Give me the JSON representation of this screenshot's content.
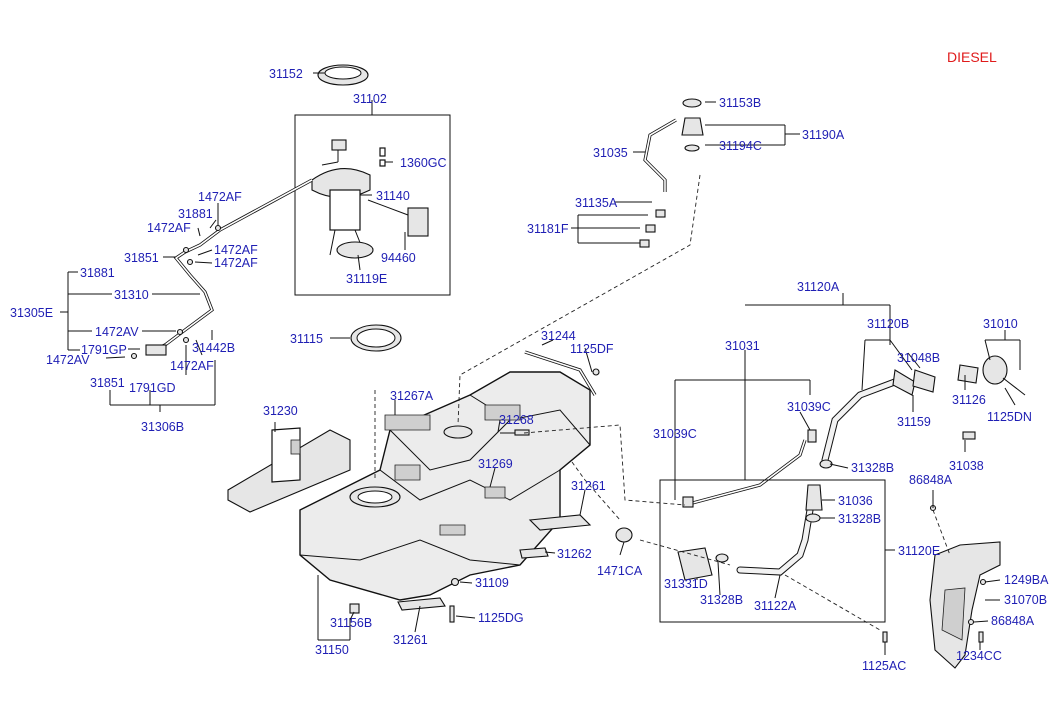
{
  "title": "DIESEL",
  "labels": [
    "31152",
    "31102",
    "31153B",
    "31190A",
    "31035",
    "31194C",
    "1360GC",
    "31140",
    "1472AF",
    "31881",
    "1472AF",
    "1472AF",
    "31851",
    "1472AF",
    "94460",
    "31119E",
    "31135A",
    "31181F",
    "31120A",
    "31881",
    "31305E",
    "31310",
    "1472AV",
    "31442B",
    "31115",
    "31244",
    "1125DF",
    "31010",
    "31120B",
    "31031",
    "31048B",
    "1791GP",
    "1472AV",
    "1472AF",
    "31851",
    "1791GD",
    "31267A",
    "31126",
    "1125DN",
    "31039C",
    "31268",
    "31159",
    "31306B",
    "31230",
    "31039C",
    "31269",
    "31328B",
    "31038",
    "31261",
    "86848A",
    "31036",
    "31328B",
    "31262",
    "1471CA",
    "31120E",
    "31109",
    "31331D",
    "31328B",
    "31122A",
    "1249BA",
    "31070B",
    "31156B",
    "1125DG",
    "31261",
    "86848A",
    "31150",
    "1234CC",
    "1125AC"
  ]
}
